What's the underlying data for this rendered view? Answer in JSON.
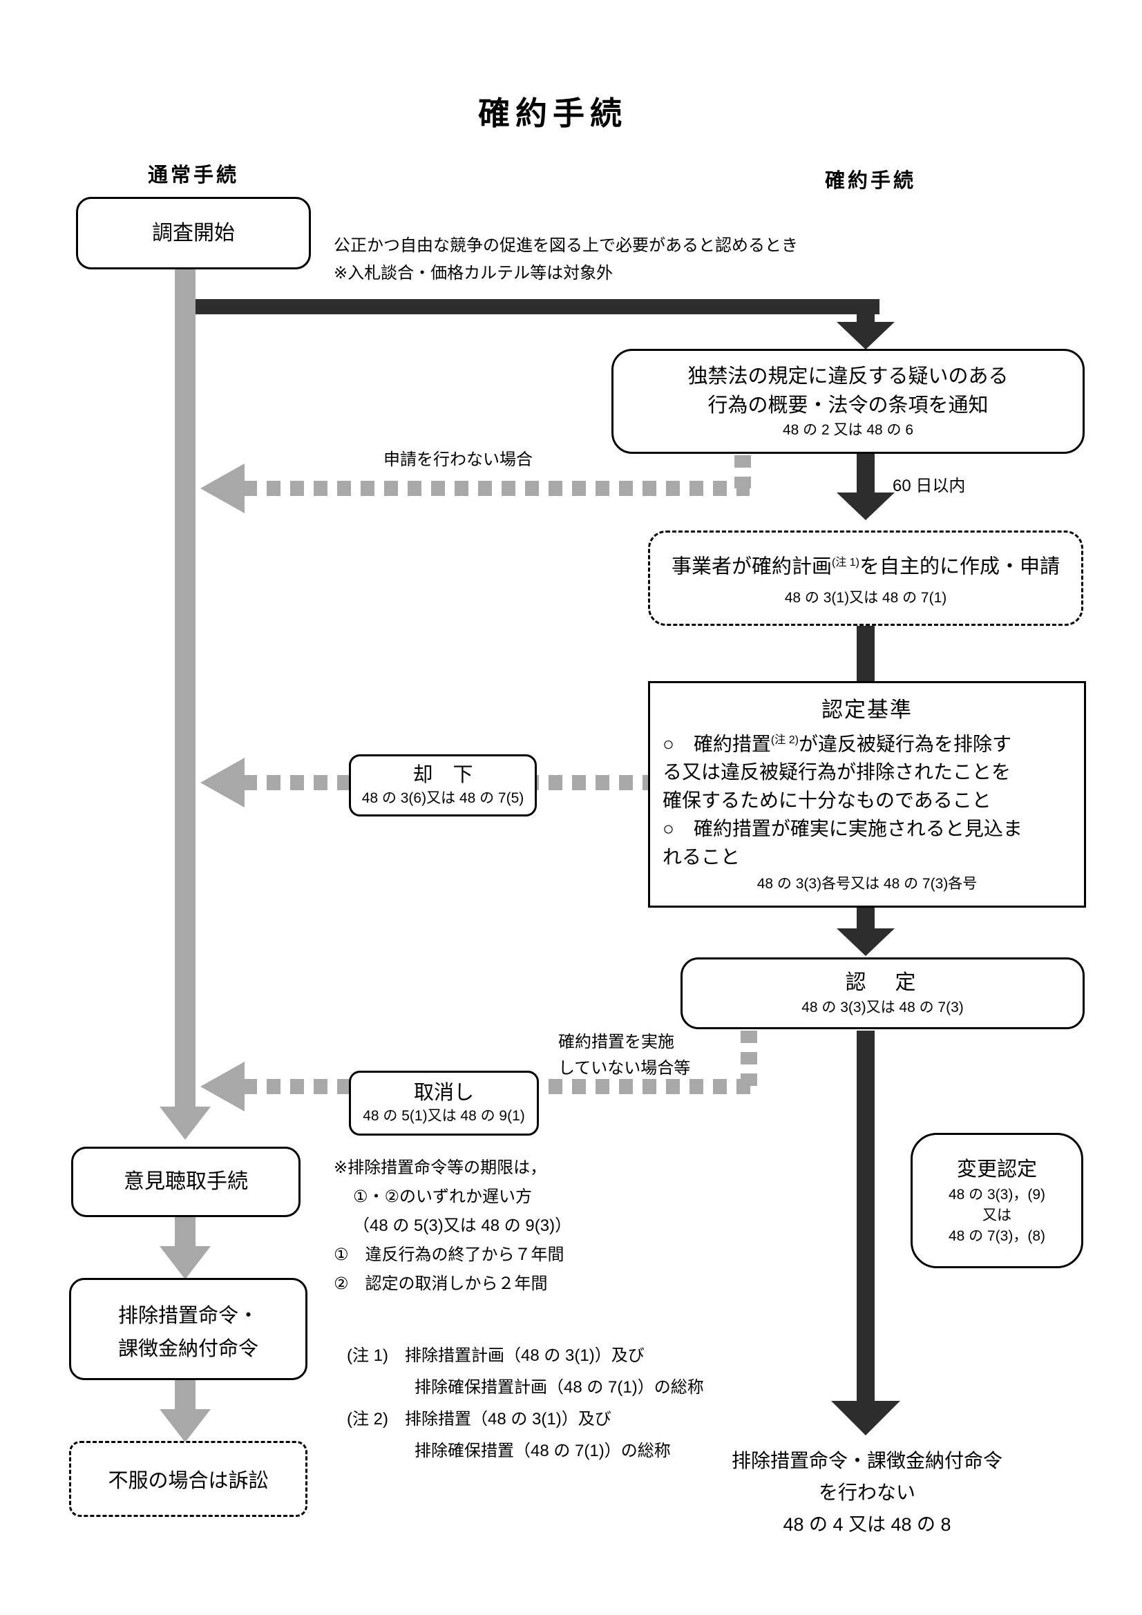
{
  "title": "確約手続",
  "headers": {
    "left": "通常手続",
    "right": "確約手続"
  },
  "colors": {
    "box_border": "#000000",
    "thick_line": "#2d2d2d",
    "gray_line": "#a8a8a8"
  },
  "start": {
    "label": "調査開始"
  },
  "start_note": {
    "line1": "公正かつ自由な競争の促進を図る上で必要があると認めるとき",
    "line2": "※入札談合・価格カルテル等は対象外"
  },
  "notify": {
    "line1": "独禁法の規定に違反する疑いのある",
    "line2": "行為の概要・法令の条項を通知",
    "ref": "48 の 2 又は 48 の 6"
  },
  "labels": {
    "no_application": "申請を行わない場合",
    "sixty_days": "60 日以内",
    "cancel_cond_line1": "確約措置を実施",
    "cancel_cond_line2": "していない場合等"
  },
  "plan": {
    "text_before_sup": "事業者が確約計画",
    "sup": "(注 1)",
    "text_after_sup": "を自主的に作成・申請",
    "ref": "48 の 3(1)又は 48 の 7(1)"
  },
  "criteria": {
    "title": "認定基準",
    "item1_before_sup": "○　確約措置",
    "item1_sup": "(注 2)",
    "item1_after_sup": "が違反被疑行為を排除す",
    "item1_line2": "る又は違反被疑行為が排除されたことを",
    "item1_line3": "確保するために十分なものであること",
    "item2_line1": "○　確約措置が確実に実施されると見込ま",
    "item2_line2": "れること",
    "ref": "48 の 3(3)各号又は 48 の 7(3)各号"
  },
  "reject": {
    "label": "却　下",
    "ref": "48 の 3(6)又は 48 の 7(5)"
  },
  "approval": {
    "label": "認　定",
    "ref": "48 の 3(3)又は 48 の 7(3)"
  },
  "cancel": {
    "label": "取消し",
    "ref": "48 の 5(1)又は 48 の 9(1)"
  },
  "modify": {
    "label": "変更認定",
    "ref1": "48 の 3(3)，(9)",
    "ref2": "又は",
    "ref3": "48 の 7(3)，(8)"
  },
  "hearing": {
    "label": "意見聴取手続"
  },
  "deadline_note": {
    "lines": [
      "※排除措置命令等の期限は，",
      "①・②のいずれか遅い方",
      "（48 の 5(3)又は 48 の 9(3)）",
      "①　違反行為の終了から７年間",
      "②　認定の取消しから２年間"
    ]
  },
  "order": {
    "line1": "排除措置命令・",
    "line2": "課徴金納付命令"
  },
  "notes": {
    "lines": [
      "(注 1)　排除措置計画（48 の 3(1)）及び",
      "排除確保措置計画（48 の 7(1)）の総称",
      "(注 2)　排除措置（48 の 3(1)）及び",
      "排除確保措置（48 の 7(1)）の総称"
    ]
  },
  "lawsuit": {
    "label": "不服の場合は訴訟"
  },
  "no_order": {
    "line1": "排除措置命令・課徴金納付命令",
    "line2": "を行わない",
    "ref": "48 の 4 又は 48 の 8"
  }
}
